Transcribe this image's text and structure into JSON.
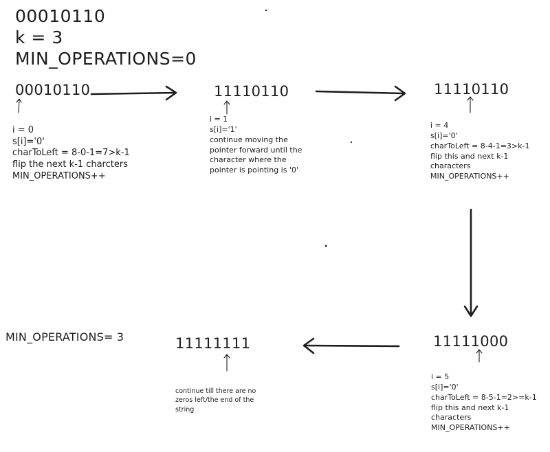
{
  "header": {
    "line1": "00010110",
    "line2": "k = 3",
    "line3": "MIN_OPERATIONS=0"
  },
  "step1": {
    "string": "00010110",
    "notes": "i = 0\ns[i]='0'\ncharToLeft = 8-0-1=7>k-1\nflip the next k-1 charcters\nMIN_OPERATIONS++"
  },
  "step2": {
    "string": "11110110",
    "notes": "i = 1\ns[i]='1'\ncontinue moving the\npointer forward until the\ncharacter where the\npointer is pointing is '0'"
  },
  "step3": {
    "string": "11110110",
    "notes": "i = 4\ns[i]='0'\ncharToLeft = 8-4-1=3>k-1\nflip this and next k-1\ncharacters\nMIN_OPERATIONS++"
  },
  "step4": {
    "string": "11111000",
    "notes": "i = 5\ns[i]='0'\ncharToLeft = 8-5-1=2>=k-1\nflip this and next k-1\ncharacters\nMIN_OPERATIONS++"
  },
  "step5": {
    "string": "11111111",
    "notes": "continue till there are no\nzeros left/the end of the\nstring"
  },
  "result": {
    "text": "MIN_OPERATIONS= 3"
  },
  "colors": {
    "ink": "#1c1c1c"
  }
}
